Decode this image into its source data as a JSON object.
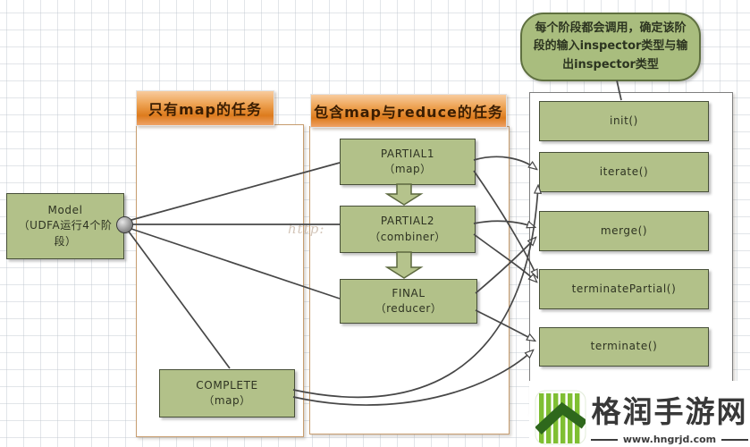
{
  "bubble": {
    "text": "每个阶段都会调用，确定该阶段的输入inspector类型与输出inspector类型"
  },
  "model_box": {
    "line1": "Model",
    "line2": "（UDFA运行4个阶段）"
  },
  "left_panel": {
    "header": "只有map的任务",
    "phases": [
      {
        "name": "COMPLETE",
        "sub": "（map）"
      }
    ]
  },
  "middle_panel": {
    "header": "包含map与reduce的任务",
    "phases": [
      {
        "name": "PARTIAL1",
        "sub": "（map）"
      },
      {
        "name": "PARTIAL2",
        "sub": "（combiner）"
      },
      {
        "name": "FINAL",
        "sub": "（reducer）"
      }
    ]
  },
  "methods": [
    "init()",
    "iterate()",
    "merge()",
    "terminatePartial()",
    "terminate()"
  ],
  "connections": [
    {
      "from": "bubble",
      "to": "init()",
      "arrow": false
    },
    {
      "from": "Model",
      "to": "PARTIAL1",
      "arrow": false
    },
    {
      "from": "Model",
      "to": "PARTIAL2",
      "arrow": false
    },
    {
      "from": "Model",
      "to": "FINAL",
      "arrow": false
    },
    {
      "from": "Model",
      "to": "COMPLETE",
      "arrow": false
    },
    {
      "from": "PARTIAL1",
      "to": "iterate()",
      "arrow": true
    },
    {
      "from": "PARTIAL1",
      "to": "terminatePartial()",
      "arrow": true
    },
    {
      "from": "PARTIAL2",
      "to": "merge()",
      "arrow": true
    },
    {
      "from": "PARTIAL2",
      "to": "terminatePartial()",
      "arrow": true
    },
    {
      "from": "FINAL",
      "to": "merge()",
      "arrow": true
    },
    {
      "from": "FINAL",
      "to": "terminate()",
      "arrow": true
    },
    {
      "from": "COMPLETE",
      "to": "iterate()",
      "arrow": true
    },
    {
      "from": "COMPLETE",
      "to": "terminate()",
      "arrow": true
    }
  ],
  "faint_watermark": "http:",
  "site_watermark": {
    "title": "格润手游网",
    "url": "www.hngrjd.com"
  },
  "palette": {
    "node_green": "#b2c189",
    "node_border": "#474f39",
    "bubble_green": "#a9bd7e",
    "bubble_border": "#5f7040",
    "header_orange": "#dd7b1d",
    "container_border_tan": "#c79d6f",
    "container_border_gray": "#7f7f7f",
    "wire": "#474747",
    "logo_green": "#7fbf32",
    "logo_roof": "#2e681c"
  }
}
